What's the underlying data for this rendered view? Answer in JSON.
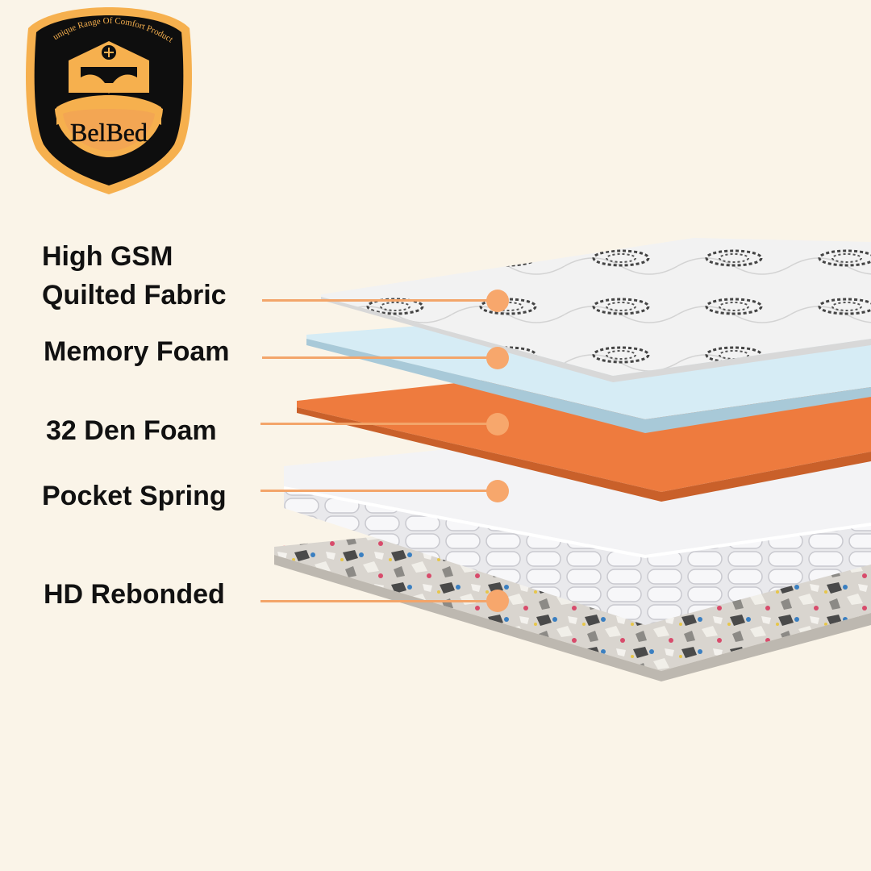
{
  "brand": {
    "name": "BelBed",
    "tagline": "A unique Range Of Comfort Products"
  },
  "layers": [
    {
      "lines": [
        "High GSM",
        "Quilted Fabric"
      ]
    },
    {
      "lines": [
        "Memory Foam"
      ]
    },
    {
      "lines": [
        "32 Den Foam"
      ]
    },
    {
      "lines": [
        "Pocket Spring"
      ]
    },
    {
      "lines": [
        "HD Rebonded"
      ]
    }
  ],
  "colors": {
    "background": "#faf4e8",
    "accent": "#f7a76c",
    "shield_fill": "#0e0e0e",
    "shield_gold": "#f6b04e",
    "memory_foam": "#d6ecf5",
    "den_foam": "#ee7b3e",
    "fabric": "#eeeeee"
  }
}
